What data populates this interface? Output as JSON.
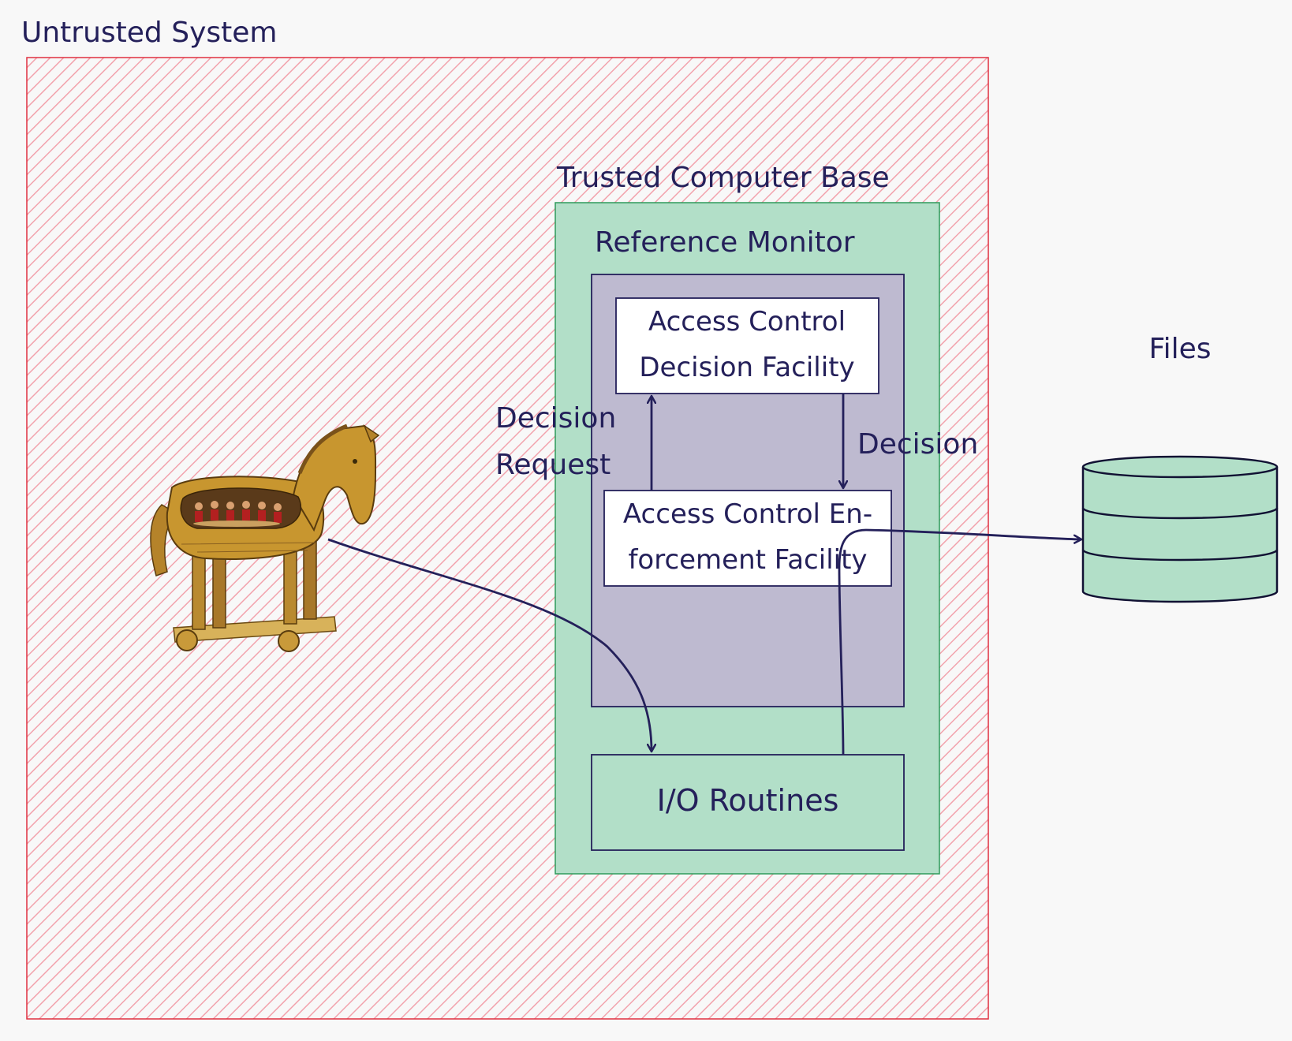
{
  "labels": {
    "untrusted_system": "Untrusted System",
    "trusted_computer_base": "Trusted Computer Base",
    "reference_monitor": "Reference Monitor",
    "decision_facility_line1": "Access Control",
    "decision_facility_line2": "Decision Facility",
    "enforcement_facility_line1": "Access Control En-",
    "enforcement_facility_line2": "forcement Facility",
    "decision_request_line1": "Decision",
    "decision_request_line2": "Request",
    "decision": "Decision",
    "io_routines": "I/O Routines",
    "files": "Files"
  },
  "icons": {
    "trojan_horse": "trojan-horse-icon",
    "database": "database-cylinder-icon"
  },
  "colors": {
    "background": "#f8f8f8",
    "untrusted_hatch": "#f2a3ad",
    "untrusted_border": "#e03040",
    "tcb_fill": "#b2dfc8",
    "tcb_border": "#2e9a5a",
    "reference_monitor_fill": "#bebad0",
    "ink": "#24205a",
    "database_fill": "#b2dfc8"
  }
}
